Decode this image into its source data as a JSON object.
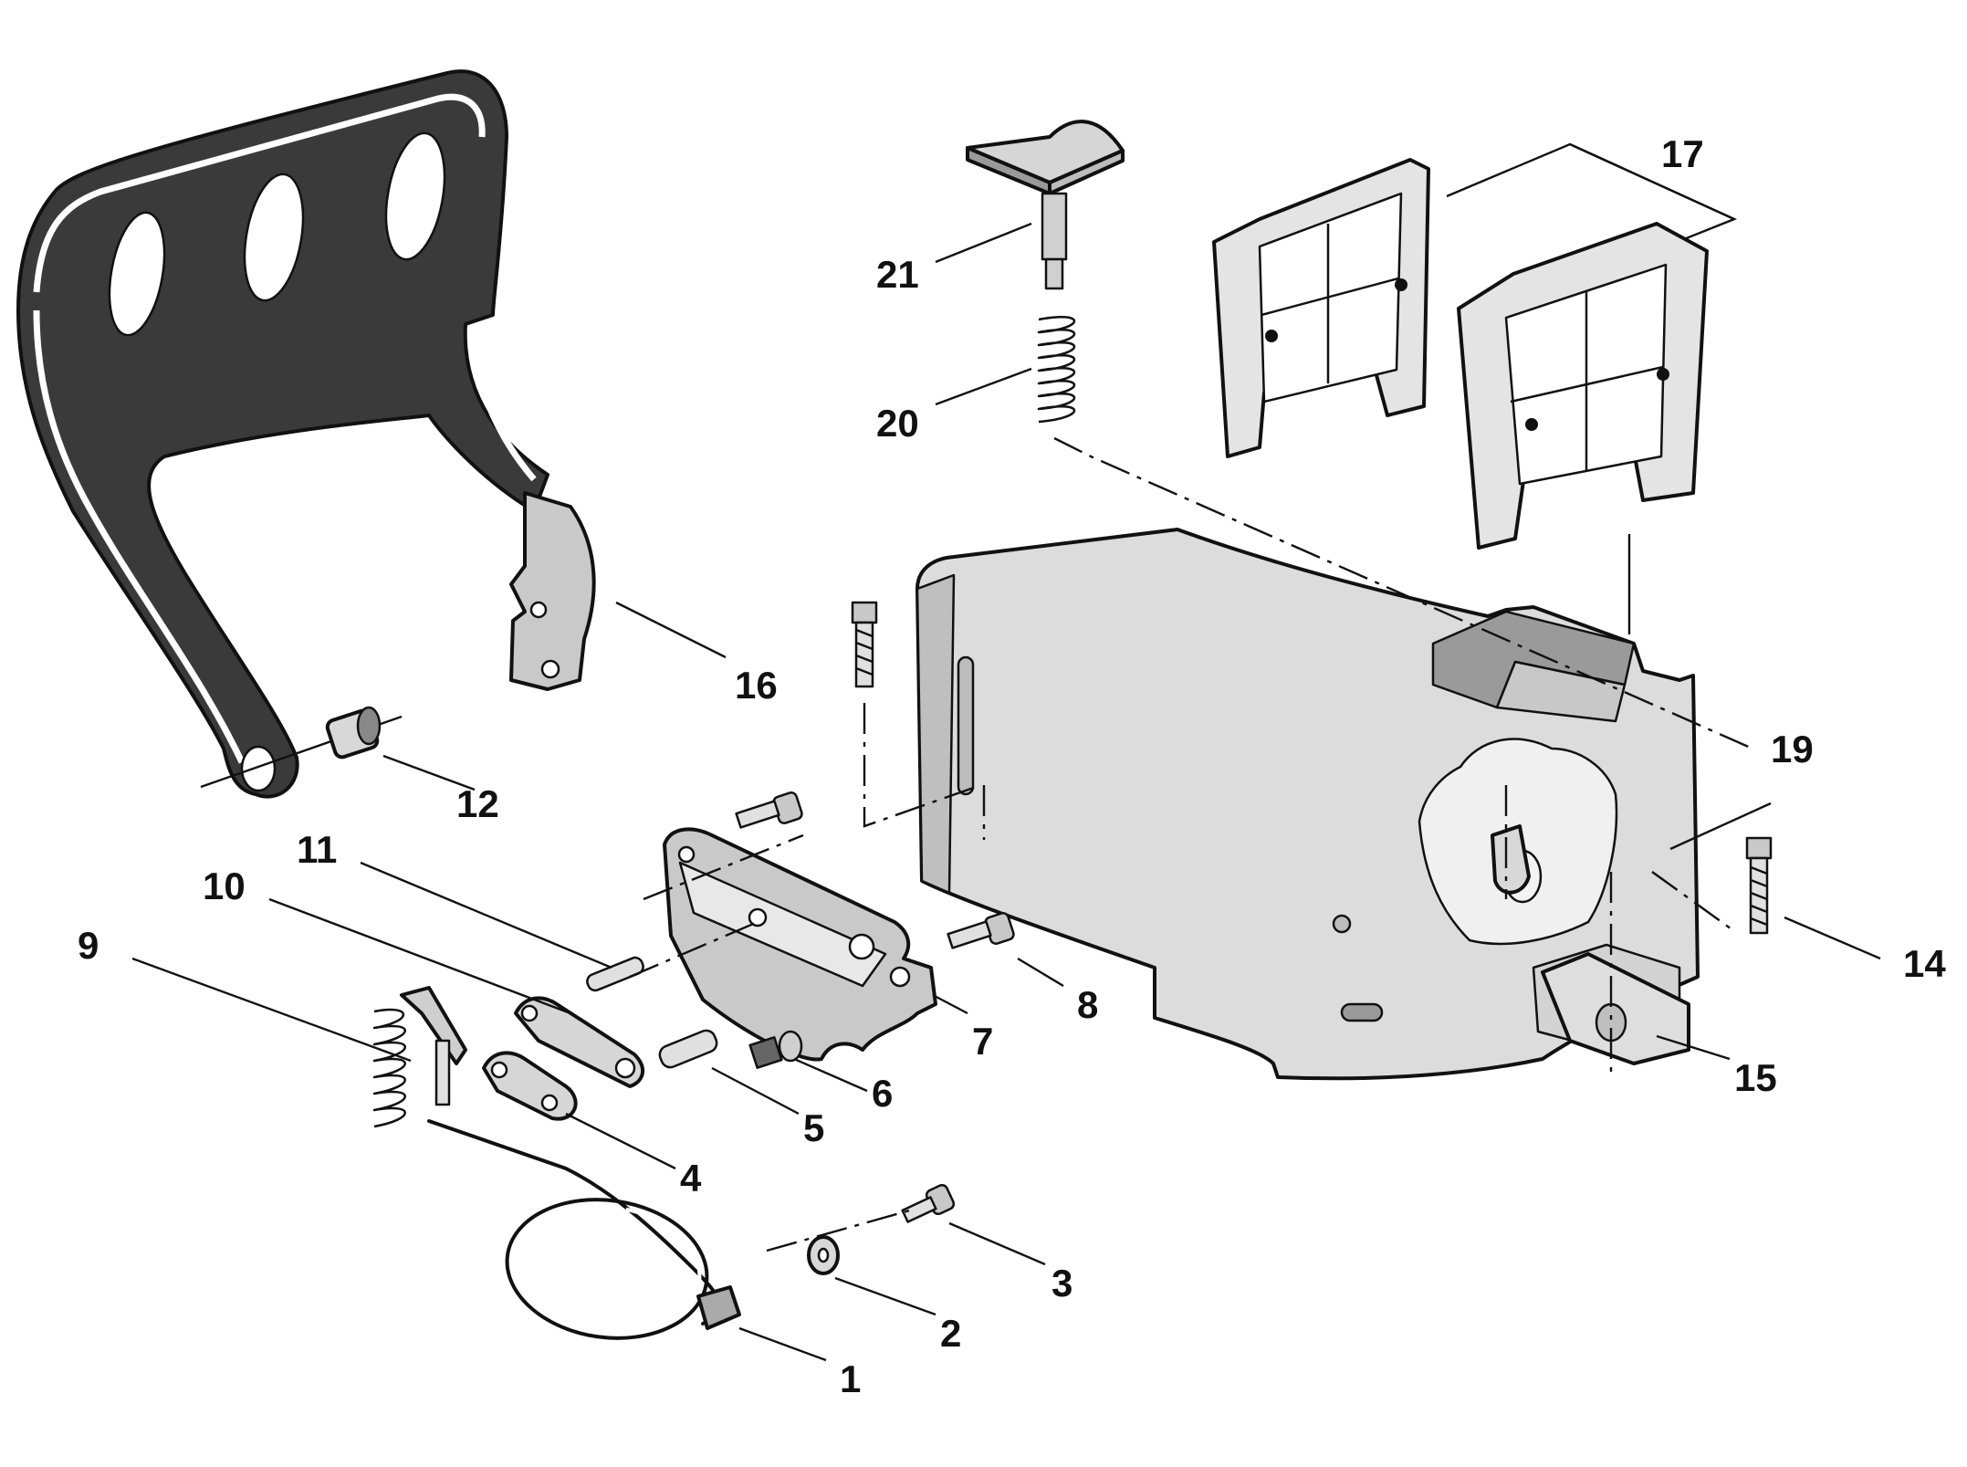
{
  "labels": {
    "p1": "1",
    "p2": "2",
    "p3": "3",
    "p4": "4",
    "p5": "5",
    "p6": "6",
    "p7": "7",
    "p8": "8",
    "p9": "9",
    "p10": "10",
    "p11": "11",
    "p12": "12",
    "p14": "14",
    "p15": "15",
    "p16": "16",
    "p17": "17",
    "p19": "19",
    "p20": "20",
    "p21": "21"
  },
  "colors": {
    "ink": "#111111",
    "part_light": "#e2e2e2",
    "part_mid": "#cfcfcf",
    "part_dark": "#8a8a8a",
    "handguard": "#3a3a3a"
  }
}
